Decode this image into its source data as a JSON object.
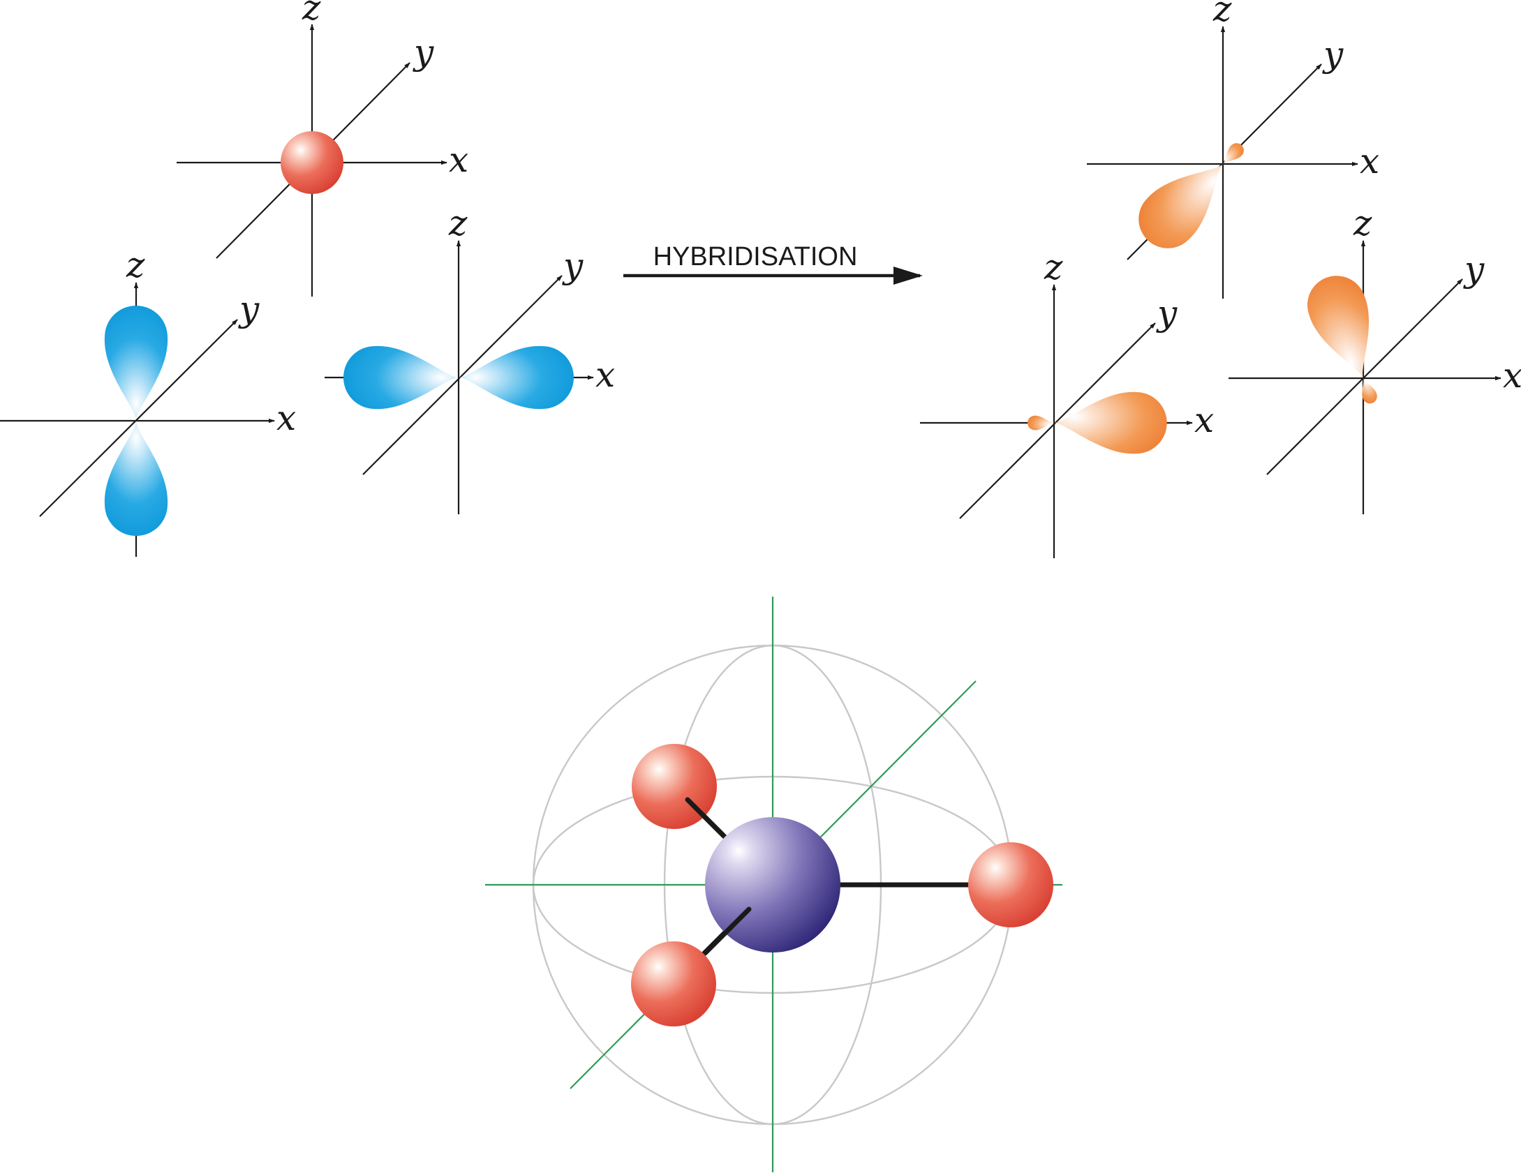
{
  "axis_labels": {
    "x": "x",
    "y": "y",
    "z": "z"
  },
  "arrow_label": "HYBRIDISATION",
  "colors": {
    "s_orbital": "#e8584a",
    "p_orbital": "#1ea6e0",
    "hybrid_orbital": "#f08a40",
    "central_atom": "#4a3f90",
    "outer_atoms": "#e0504a",
    "sphere_wire": "#c8c8c8",
    "sphere_axes": "#2e9a5a"
  }
}
